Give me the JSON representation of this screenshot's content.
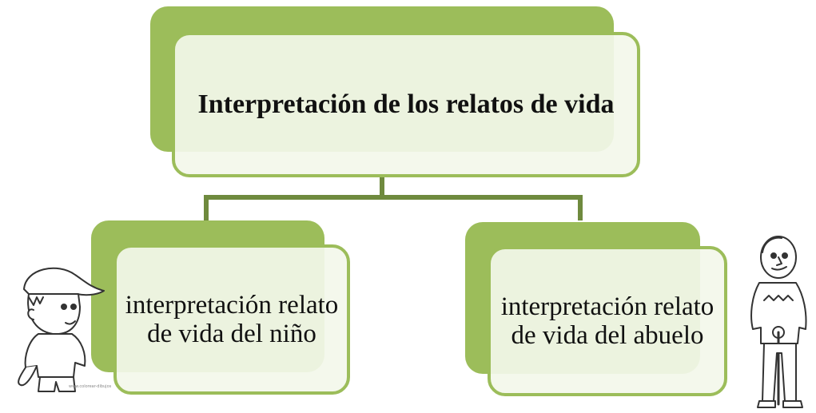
{
  "diagram": {
    "root": {
      "label": "Interpretación de los relatos de vida"
    },
    "children": [
      {
        "label": "interpretación relato de vida del niño"
      },
      {
        "label": "interpretación relato de vida del abuelo"
      }
    ]
  },
  "illustrations": {
    "left": "boy-with-cap-icon",
    "right": "grandfather-with-cane-icon",
    "watermark": "www.colorear-dibujos"
  },
  "colors": {
    "accent": "#9cbd5a",
    "box_fill": "#f3f7ea",
    "connector": "#6f8a3e",
    "text": "#111111"
  }
}
